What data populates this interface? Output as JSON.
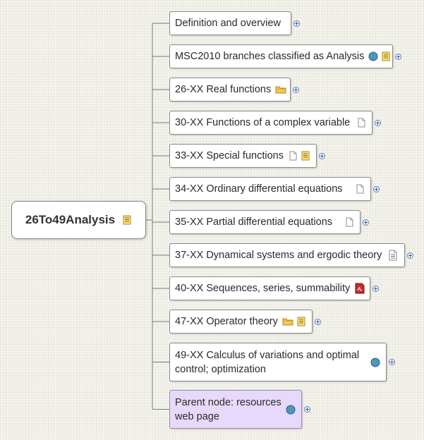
{
  "root": {
    "label": "26To49Analysis",
    "icons": [
      "note-icon"
    ]
  },
  "children": [
    {
      "label": "Definition and overview",
      "icons": []
    },
    {
      "label": "MSC2010 branches classified as Analysis",
      "icons": [
        "globe-icon",
        "note-icon"
      ]
    },
    {
      "label": "26-XX Real functions",
      "icons": [
        "folder-icon"
      ]
    },
    {
      "label": "30-XX Functions of a complex variable",
      "icons": [
        "document-icon"
      ]
    },
    {
      "label": "33-XX Special functions",
      "icons": [
        "document-icon",
        "note-icon"
      ]
    },
    {
      "label": "34-XX Ordinary differential equations",
      "icons": [
        "document-icon"
      ]
    },
    {
      "label": "35-XX Partial differential equations",
      "icons": [
        "document-icon"
      ]
    },
    {
      "label": "37-XX Dynamical systems and ergodic theory",
      "icons": [
        "text-document-icon"
      ]
    },
    {
      "label": "40-XX Sequences, series, summability",
      "icons": [
        "pdf-icon"
      ]
    },
    {
      "label": "47-XX Operator theory",
      "icons": [
        "folder-icon",
        "note-icon"
      ]
    },
    {
      "label": "49-XX Calculus of variations and optimal control; optimization",
      "icons": [
        "globe-icon"
      ]
    },
    {
      "label": "Parent node: resources web page",
      "icons": [
        "globe-icon"
      ]
    }
  ],
  "colors": {
    "parent_node_fill": "#e6d9fb",
    "connector": "#7a7a7a",
    "expand_button": "#2c56a5"
  }
}
